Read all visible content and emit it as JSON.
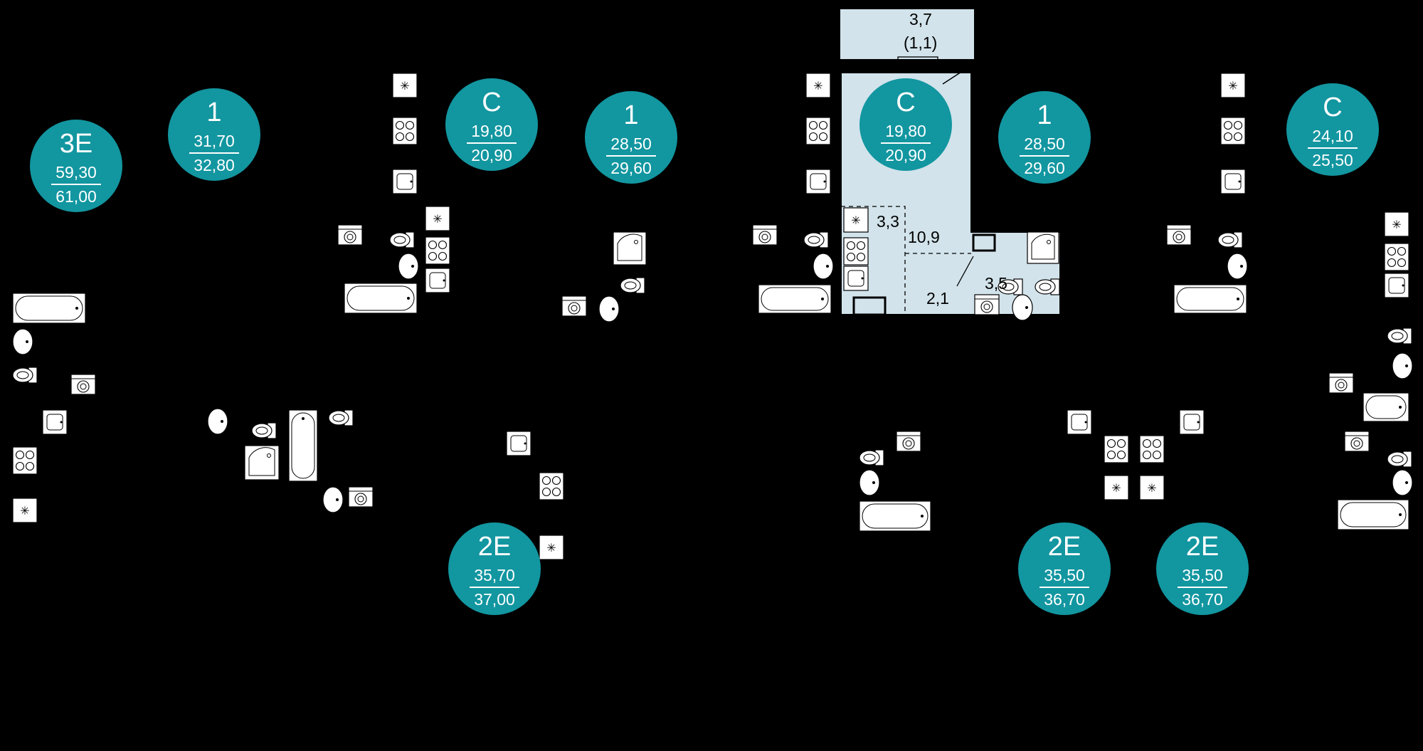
{
  "accent_color": "#1296a0",
  "highlight_fill": "#d2e3eb",
  "apartments": [
    {
      "type": "3Е",
      "area_living": "59,30",
      "area_total": "61,00"
    },
    {
      "type": "1",
      "area_living": "31,70",
      "area_total": "32,80"
    },
    {
      "type": "С",
      "area_living": "19,80",
      "area_total": "20,90"
    },
    {
      "type": "1",
      "area_living": "28,50",
      "area_total": "29,60"
    },
    {
      "type": "С",
      "area_living": "19,80",
      "area_total": "20,90",
      "selected": true
    },
    {
      "type": "1",
      "area_living": "28,50",
      "area_total": "29,60"
    },
    {
      "type": "С",
      "area_living": "24,10",
      "area_total": "25,50"
    },
    {
      "type": "2Е",
      "area_living": "35,70",
      "area_total": "37,00"
    },
    {
      "type": "2Е",
      "area_living": "35,50",
      "area_total": "36,70"
    },
    {
      "type": "2Е",
      "area_living": "35,50",
      "area_total": "36,70"
    }
  ],
  "selected_unit_rooms": {
    "balcony_area": "3,7",
    "balcony_reduced": "(1,1)",
    "kitchen_area": "3,3",
    "living_area": "10,9",
    "hall_area": "2,1",
    "bathroom_area": "3,5"
  },
  "fixture_icons": [
    "stove-icon",
    "sink-icon",
    "bathtub-icon",
    "toilet-icon",
    "washbasin-icon",
    "washing-machine-icon",
    "shower-icon",
    "ventilation-icon"
  ]
}
